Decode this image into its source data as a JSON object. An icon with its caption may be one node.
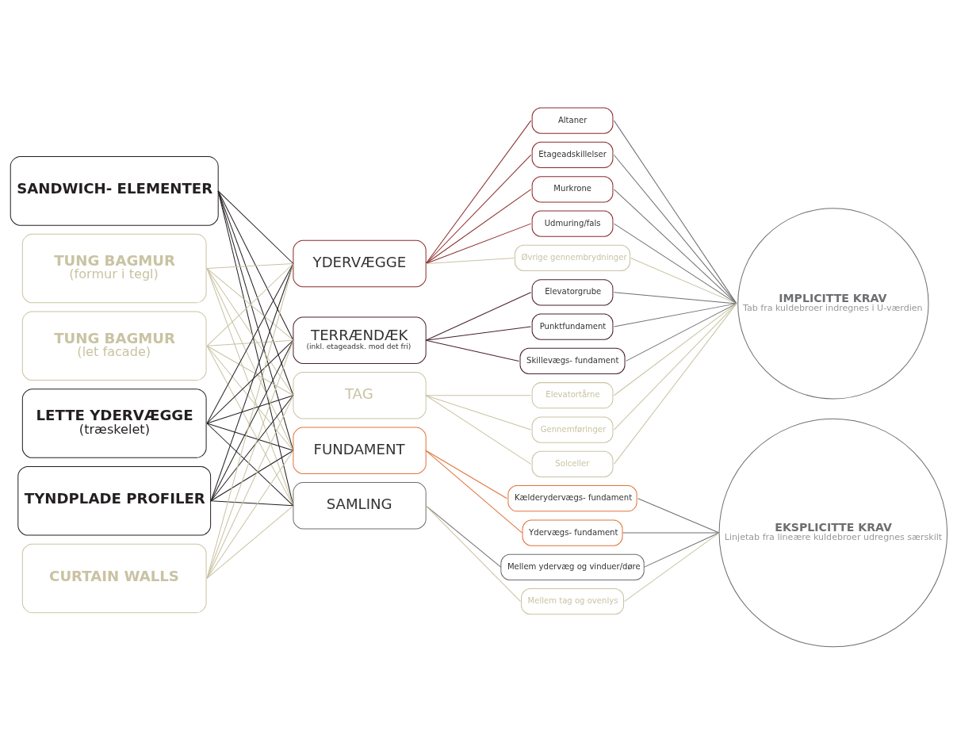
{
  "diagram": {
    "nodes": [
      {
        "text": [
          "SANDWICH- ELEMENTER"
        ]
      },
      {
        "text": [
          "TUNG BAGMUR",
          "(formur i tegl)"
        ]
      },
      {
        "text": [
          "TUNG BAGMUR",
          "(let facade)"
        ]
      },
      {
        "text": [
          "LETTE YDERVÆGGE",
          "(træskelet)"
        ]
      },
      {
        "text": [
          "TYNDPLADE PROFILER"
        ]
      },
      {
        "text": [
          "CURTAIN WALLS"
        ]
      },
      {
        "text": [
          "YDERVÆGGE"
        ]
      },
      {
        "text": [
          "TERRÆNDÆK",
          "(inkl. etageadsk. mod det fri)"
        ]
      },
      {
        "text": [
          "TAG"
        ]
      },
      {
        "text": [
          "FUNDAMENT"
        ]
      },
      {
        "text": [
          "SAMLING"
        ]
      },
      {
        "text": [
          "Altaner"
        ]
      },
      {
        "text": [
          "Etageadskillelser"
        ]
      },
      {
        "text": [
          "Murkrone"
        ]
      },
      {
        "text": [
          "Udmuring/fals"
        ]
      },
      {
        "text": [
          "Øvrige gennembrydninger"
        ]
      },
      {
        "text": [
          "Elevatorgrube"
        ]
      },
      {
        "text": [
          "Punktfundament"
        ]
      },
      {
        "text": [
          "Skillevægs- fundament"
        ]
      },
      {
        "text": [
          "Elevatortårne"
        ]
      },
      {
        "text": [
          "Gennemføringer"
        ]
      },
      {
        "text": [
          "Solceller"
        ]
      },
      {
        "text": [
          "Kælderydervægs- fundament"
        ]
      },
      {
        "text": [
          "Ydervægs- fundament"
        ]
      },
      {
        "text": [
          "Mellem ydervæg og vinduer/døre"
        ]
      },
      {
        "text": [
          "Mellem tag og ovenlys"
        ]
      },
      {
        "text": [
          "IMPLICITTE KRAV",
          "Tab fra kuldebroer indregnes i U-værdien"
        ]
      },
      {
        "text": [
          "EKSPLICITTE KRAV",
          "Linjetab fra lineære kuldebroer udregnes særskilt"
        ]
      }
    ],
    "edges": [
      {
        "from": 0,
        "to": 6,
        "arrow": "none",
        "color": "#231f20"
      },
      {
        "from": 0,
        "to": 7,
        "arrow": "none",
        "color": "#231f20"
      },
      {
        "from": 0,
        "to": 8,
        "arrow": "none",
        "color": "#231f20"
      },
      {
        "from": 0,
        "to": 9,
        "arrow": "none",
        "color": "#231f20"
      },
      {
        "from": 0,
        "to": 10,
        "arrow": "none",
        "color": "#231f20"
      },
      {
        "from": 1,
        "to": 6,
        "arrow": "none"
      },
      {
        "from": 1,
        "to": 7,
        "arrow": "none"
      },
      {
        "from": 1,
        "to": 8,
        "arrow": "none"
      },
      {
        "from": 1,
        "to": 9,
        "arrow": "none"
      },
      {
        "from": 1,
        "to": 10,
        "arrow": "none"
      },
      {
        "from": 2,
        "to": 6,
        "arrow": "none"
      },
      {
        "from": 2,
        "to": 7,
        "arrow": "none"
      },
      {
        "from": 2,
        "to": 8,
        "arrow": "none"
      },
      {
        "from": 2,
        "to": 9,
        "arrow": "none"
      },
      {
        "from": 2,
        "to": 10,
        "arrow": "none"
      },
      {
        "from": 3,
        "to": 6,
        "arrow": "none",
        "color": "#231f20"
      },
      {
        "from": 3,
        "to": 7,
        "arrow": "none",
        "color": "#231f20"
      },
      {
        "from": 3,
        "to": 8,
        "arrow": "none",
        "color": "#231f20"
      },
      {
        "from": 3,
        "to": 9,
        "arrow": "none",
        "color": "#231f20"
      },
      {
        "from": 3,
        "to": 10,
        "arrow": "none",
        "color": "#231f20"
      },
      {
        "from": 4,
        "to": 6,
        "arrow": "none",
        "color": "#231f20"
      },
      {
        "from": 4,
        "to": 7,
        "arrow": "none",
        "color": "#231f20"
      },
      {
        "from": 4,
        "to": 8,
        "arrow": "none",
        "color": "#231f20"
      },
      {
        "from": 4,
        "to": 9,
        "arrow": "none",
        "color": "#231f20"
      },
      {
        "from": 4,
        "to": 10,
        "arrow": "none",
        "color": "#231f20"
      },
      {
        "from": 5,
        "to": 6,
        "arrow": "none"
      },
      {
        "from": 5,
        "to": 7,
        "arrow": "none"
      },
      {
        "from": 5,
        "to": 8,
        "arrow": "none"
      },
      {
        "from": 5,
        "to": 9,
        "arrow": "none"
      },
      {
        "from": 5,
        "to": 10,
        "arrow": "none"
      },
      {
        "from": 6,
        "to": 11,
        "arrow": "none",
        "color": "#8b2a2a"
      },
      {
        "from": 6,
        "to": 12,
        "arrow": "none",
        "color": "#8b2a2a"
      },
      {
        "from": 6,
        "to": 13,
        "arrow": "none",
        "color": "#8b2a2a"
      },
      {
        "from": 6,
        "to": 14,
        "arrow": "none",
        "color": "#8b2a2a"
      },
      {
        "from": 6,
        "to": 15,
        "arrow": "none"
      },
      {
        "from": 7,
        "to": 16,
        "arrow": "none",
        "color": "#4a1f33"
      },
      {
        "from": 7,
        "to": 17,
        "arrow": "none",
        "color": "#4a1f33"
      },
      {
        "from": 7,
        "to": 18,
        "arrow": "none",
        "color": "#4a1f33"
      },
      {
        "from": 8,
        "to": 19,
        "arrow": "none"
      },
      {
        "from": 8,
        "to": 20,
        "arrow": "none"
      },
      {
        "from": 8,
        "to": 21,
        "arrow": "none"
      },
      {
        "from": 9,
        "to": 22,
        "arrow": "none",
        "color": "#e0733a"
      },
      {
        "from": 9,
        "to": 23,
        "arrow": "none",
        "color": "#e0733a"
      },
      {
        "from": 10,
        "to": 24,
        "arrow": "none",
        "color": "#6d6e71"
      },
      {
        "from": 10,
        "to": 25,
        "arrow": "none"
      },
      {
        "from": 11,
        "to": 26,
        "arrow": "none",
        "color": "#6d6e71"
      },
      {
        "from": 12,
        "to": 26,
        "arrow": "none",
        "color": "#6d6e71"
      },
      {
        "from": 13,
        "to": 26,
        "arrow": "none",
        "color": "#6d6e71"
      },
      {
        "from": 14,
        "to": 26,
        "arrow": "none",
        "color": "#6d6e71"
      },
      {
        "from": 15,
        "to": 26,
        "arrow": "none"
      },
      {
        "from": 16,
        "to": 26,
        "arrow": "none",
        "color": "#6d6e71"
      },
      {
        "from": 17,
        "to": 26,
        "arrow": "none",
        "color": "#6d6e71"
      },
      {
        "from": 18,
        "to": 26,
        "arrow": "none",
        "color": "#6d6e71"
      },
      {
        "from": 19,
        "to": 26,
        "arrow": "none"
      },
      {
        "from": 20,
        "to": 26,
        "arrow": "none"
      },
      {
        "from": 21,
        "to": 26,
        "arrow": "none"
      },
      {
        "from": 22,
        "to": 27,
        "arrow": "none",
        "color": "#6d6e71"
      },
      {
        "from": 23,
        "to": 27,
        "arrow": "none",
        "color": "#6d6e71"
      },
      {
        "from": 24,
        "to": 27,
        "arrow": "none",
        "color": "#6d6e71"
      },
      {
        "from": 25,
        "to": 27,
        "arrow": "none"
      }
    ]
  }
}
